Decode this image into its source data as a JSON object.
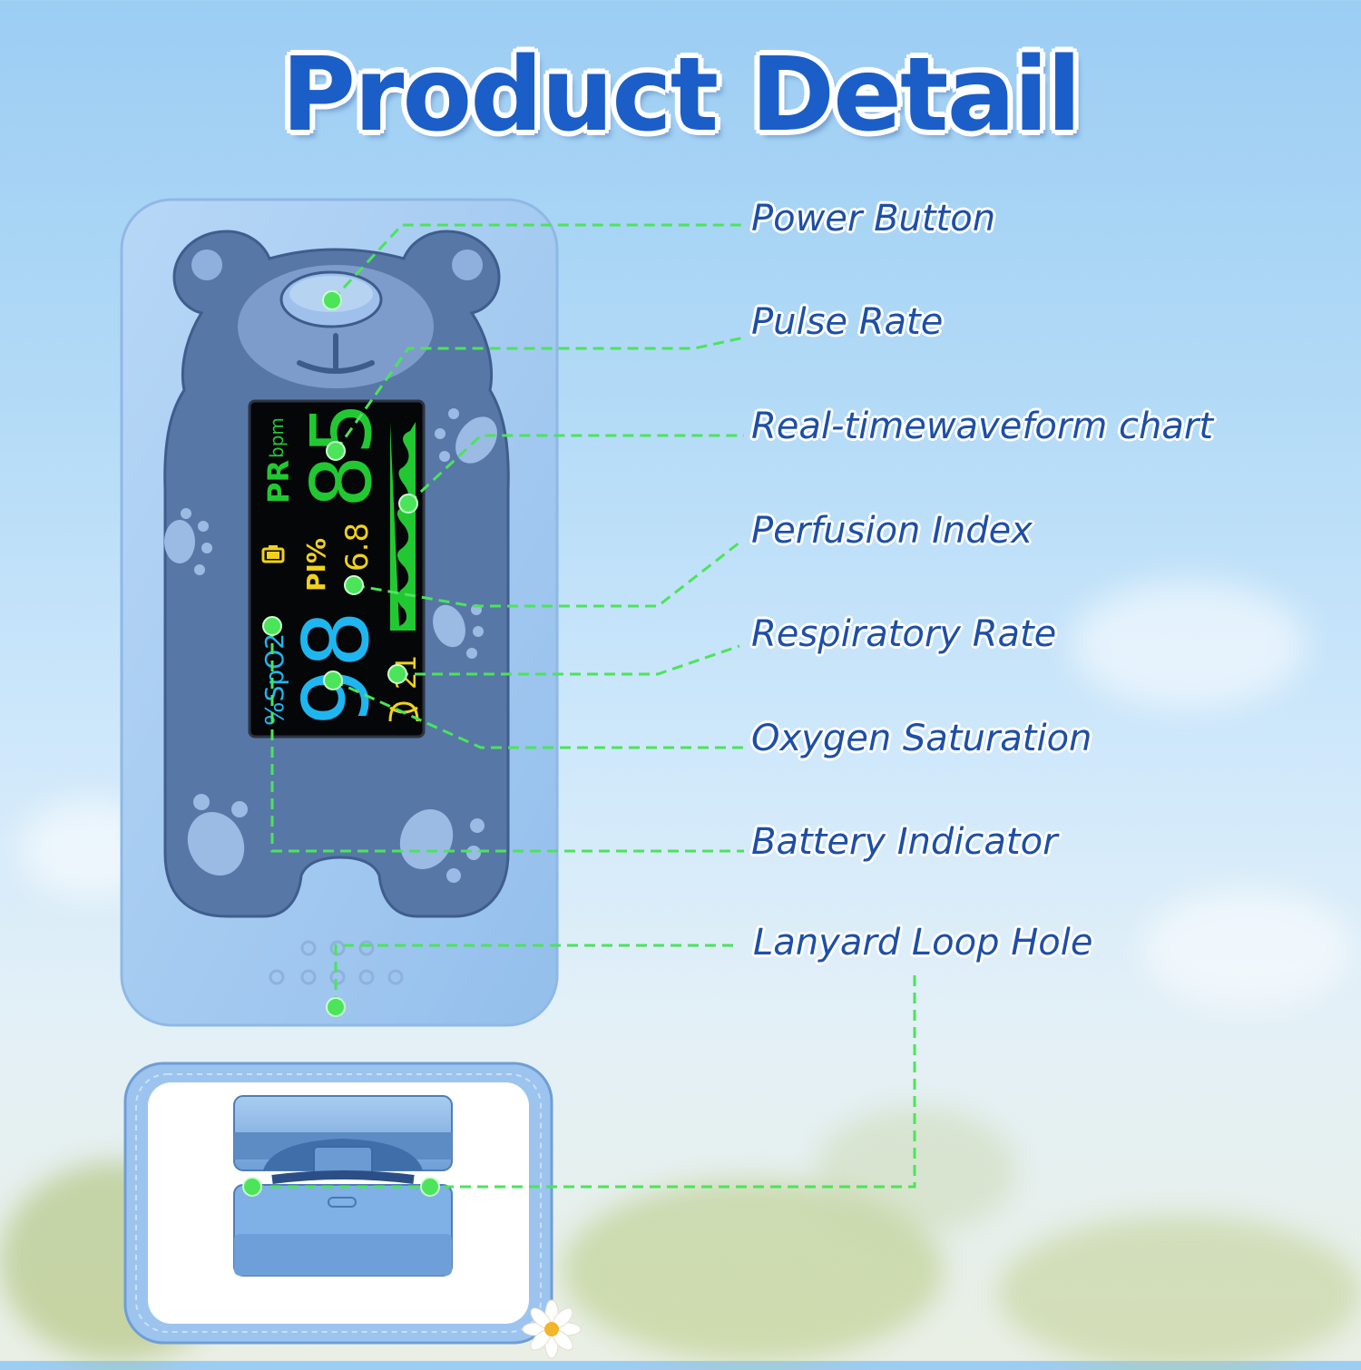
{
  "title": "Product Detail",
  "callouts": [
    {
      "label": "Power Button"
    },
    {
      "label": "Pulse Rate"
    },
    {
      "label": "Real-timewaveform chart"
    },
    {
      "label": "Perfusion Index"
    },
    {
      "label": "Respiratory Rate"
    },
    {
      "label": "Oxygen Saturation"
    },
    {
      "label": "Battery Indicator"
    },
    {
      "label": "Lanyard Loop Hole"
    }
  ],
  "display": {
    "pr_label": "PR",
    "pr_unit": "bpm",
    "pr_value": "85",
    "pi_label": "PI%",
    "pi_value": "6.8",
    "spo2_label": "%SpO2",
    "spo2_value": "98",
    "rr_value": "21"
  },
  "colors": {
    "title": "#1b5ec8",
    "callout_text": "#1d4fa8",
    "leader_line": "#4be45a",
    "device_body": "#a9cdf3",
    "bear_face": "#5a79a8",
    "pr_green": "#22c832",
    "pi_yellow": "#f0d21e",
    "spo2_cyan": "#1fb6f0"
  }
}
